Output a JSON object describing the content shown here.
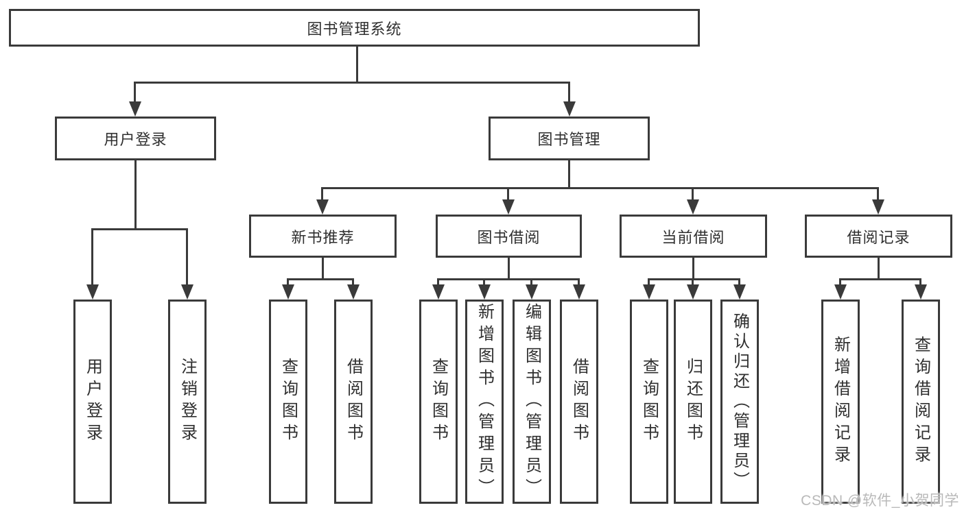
{
  "tree": {
    "label": "图书管理系统",
    "children": [
      {
        "label": "用户登录",
        "children": [
          {
            "label": "用户登录"
          },
          {
            "label": "注销登录"
          }
        ]
      },
      {
        "label": "图书管理",
        "children": [
          {
            "label": "新书推荐",
            "children": [
              {
                "label": "查询图书"
              },
              {
                "label": "借阅图书"
              }
            ]
          },
          {
            "label": "图书借阅",
            "children": [
              {
                "label": "查询图书"
              },
              {
                "label": "新增图书（管理员）"
              },
              {
                "label": "编辑图书（管理员）"
              },
              {
                "label": "借阅图书"
              }
            ]
          },
          {
            "label": "当前借阅",
            "children": [
              {
                "label": "查询图书"
              },
              {
                "label": "归还图书"
              },
              {
                "label": "确认归还（管理员）"
              }
            ]
          },
          {
            "label": "借阅记录",
            "children": [
              {
                "label": "新增借阅记录"
              },
              {
                "label": "查询借阅记录"
              }
            ]
          }
        ]
      }
    ]
  },
  "watermark": "CSDN @软件_小贺同学",
  "colors": {
    "line": "#3a3a3a",
    "text": "#2f2f2f",
    "background": "#ffffff",
    "watermark": "#b9b9b9"
  }
}
